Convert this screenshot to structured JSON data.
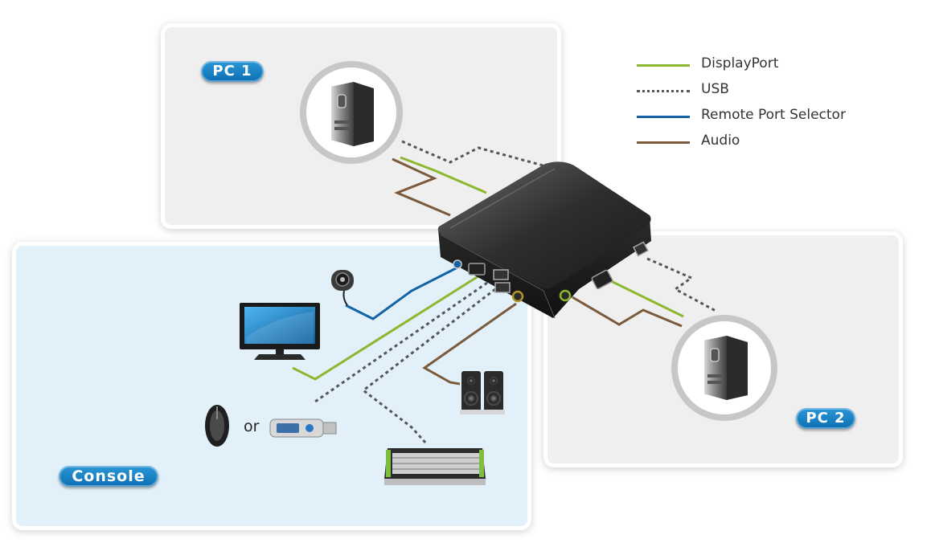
{
  "labels": {
    "pc1": "PC 1",
    "pc2": "PC 2",
    "console": "Console",
    "or": "or"
  },
  "legend": [
    {
      "label": "DisplayPort",
      "color": "#8db72e",
      "style": "solid"
    },
    {
      "label": "USB",
      "color": "#555555",
      "style": "dotted"
    },
    {
      "label": "Remote Port Selector",
      "color": "#1463a6",
      "style": "solid"
    },
    {
      "label": "Audio",
      "color": "#7b5a3c",
      "style": "solid"
    }
  ],
  "colors": {
    "displayport": "#8db72e",
    "usb": "#555555",
    "remote": "#1463a6",
    "audio": "#7b5a3c",
    "accent": "#0b6fb3"
  },
  "icons": [
    "pc-tower-icon",
    "monitor-icon",
    "remote-port-selector-icon",
    "speakers-icon",
    "mouse-icon",
    "usb-stick-icon",
    "keyboard-icon",
    "kvm-switch-device"
  ]
}
